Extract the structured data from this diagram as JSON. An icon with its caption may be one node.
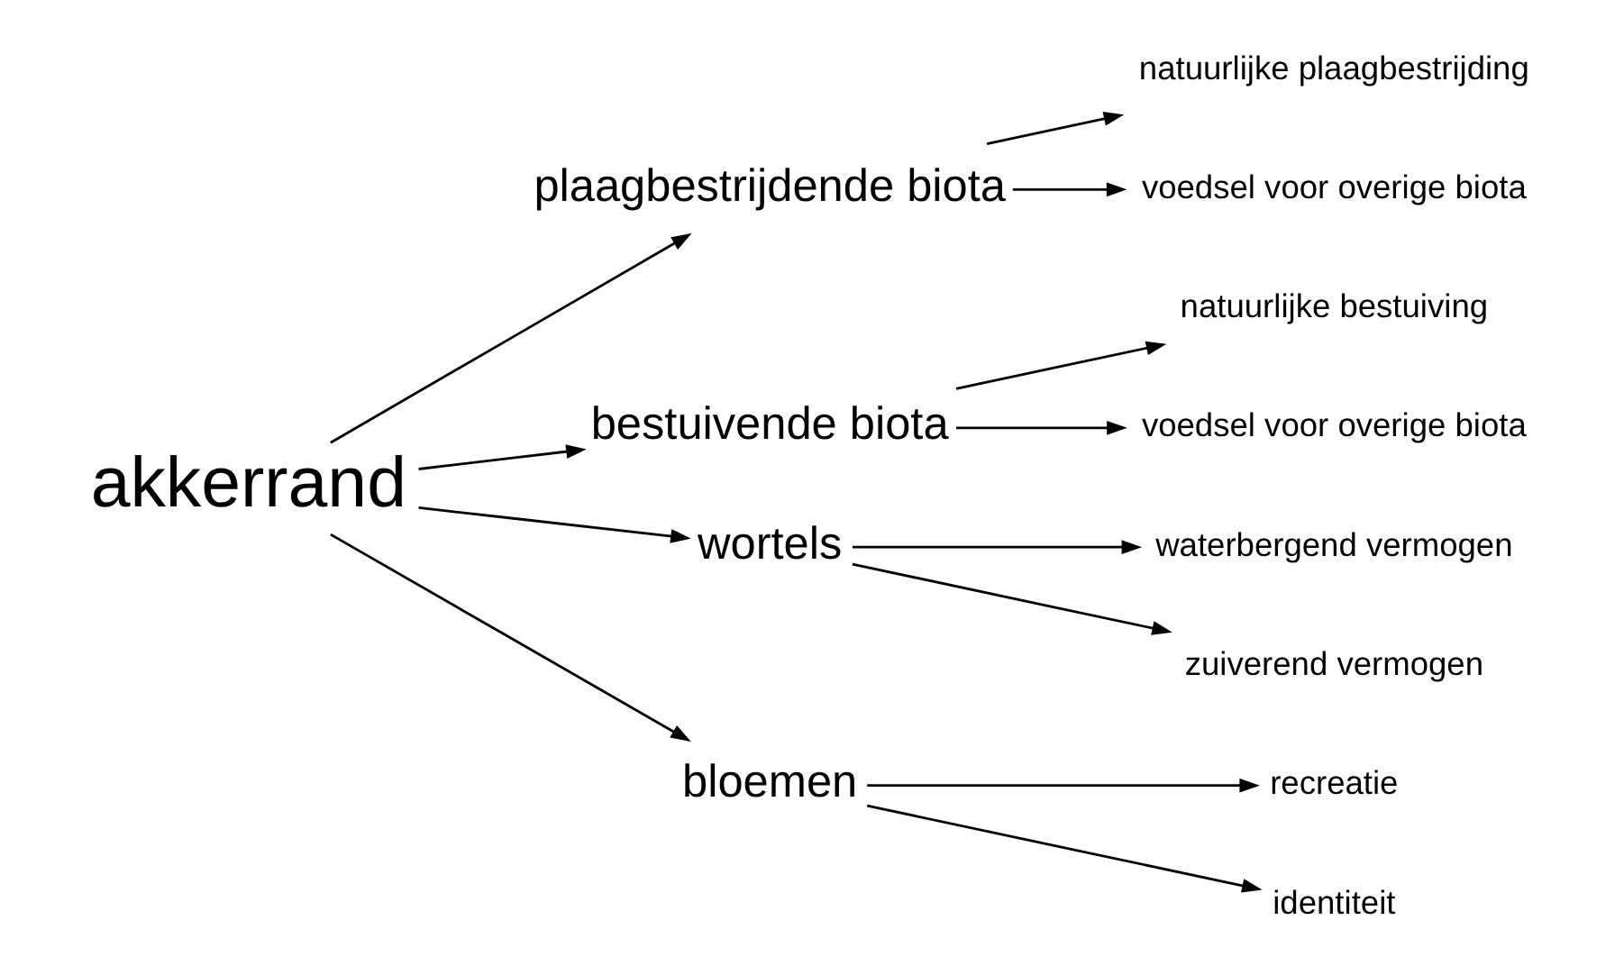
{
  "diagram": {
    "nodes": [
      {
        "text": [
          "akkerrand"
        ]
      },
      {
        "text": [
          "plaagbestrijdende biota"
        ]
      },
      {
        "text": [
          "bestuivende biota"
        ]
      },
      {
        "text": [
          "wortels"
        ]
      },
      {
        "text": [
          "bloemen"
        ]
      },
      {
        "text": [
          "natuurlijke plaagbestrijding"
        ]
      },
      {
        "text": [
          "voedsel voor overige biota"
        ]
      },
      {
        "text": [
          "natuurlijke bestuiving"
        ]
      },
      {
        "text": [
          "voedsel voor overige biota"
        ]
      },
      {
        "text": [
          "waterbergend vermogen"
        ]
      },
      {
        "text": [
          "zuiverend vermogen"
        ]
      },
      {
        "text": [
          "recreatie"
        ]
      },
      {
        "text": [
          "identiteit"
        ]
      }
    ],
    "edges": [
      {
        "from": 0,
        "to": 1,
        "arrow": "to"
      },
      {
        "from": 0,
        "to": 2,
        "arrow": "to"
      },
      {
        "from": 0,
        "to": 3,
        "arrow": "to"
      },
      {
        "from": 0,
        "to": 4,
        "arrow": "to"
      },
      {
        "from": 1,
        "to": 5,
        "arrow": "to"
      },
      {
        "from": 1,
        "to": 6,
        "arrow": "to"
      },
      {
        "from": 2,
        "to": 7,
        "arrow": "to"
      },
      {
        "from": 2,
        "to": 8,
        "arrow": "to"
      },
      {
        "from": 3,
        "to": 9,
        "arrow": "to"
      },
      {
        "from": 3,
        "to": 10,
        "arrow": "to"
      },
      {
        "from": 4,
        "to": 11,
        "arrow": "to"
      },
      {
        "from": 4,
        "to": 12,
        "arrow": "to"
      }
    ]
  }
}
